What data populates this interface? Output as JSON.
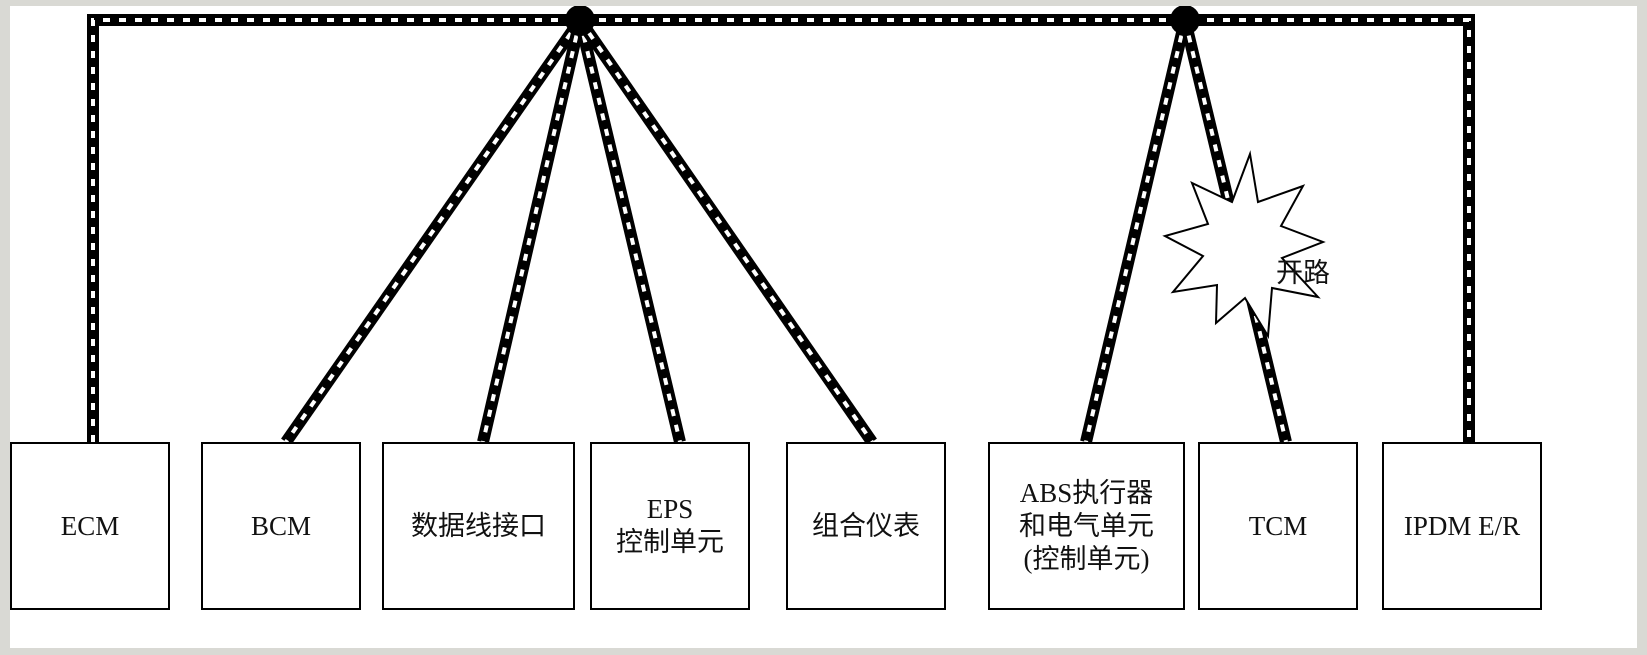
{
  "diagram": {
    "modules": [
      {
        "id": "ecm",
        "label": "ECM"
      },
      {
        "id": "bcm",
        "label": "BCM"
      },
      {
        "id": "dlc",
        "label": "数据线接口"
      },
      {
        "id": "eps",
        "label": "EPS\n控制单元"
      },
      {
        "id": "meter",
        "label": "组合仪表"
      },
      {
        "id": "abs",
        "label": "ABS执行器\n和电气单元\n(控制单元)"
      },
      {
        "id": "tcm",
        "label": "TCM"
      },
      {
        "id": "ipdm",
        "label": "IPDM E/R"
      }
    ],
    "fault": {
      "label": "开路"
    },
    "colors": {
      "wire": "#000000",
      "wire_dash": "#ffffff",
      "background": "#ffffff"
    }
  }
}
